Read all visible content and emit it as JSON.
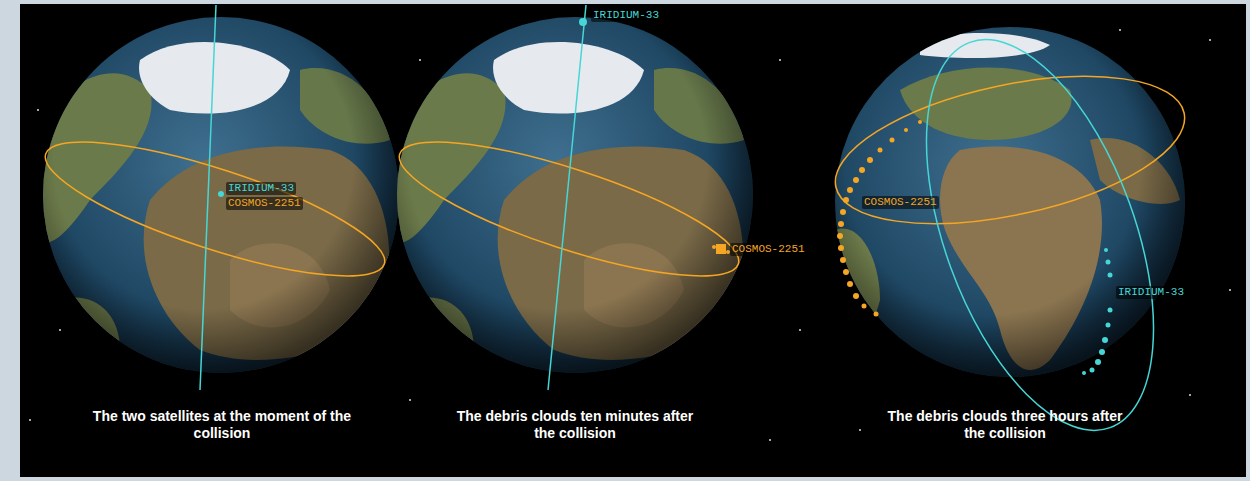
{
  "diagram": {
    "labels": [
      "IRIDIUM-33",
      "COSMOS-2251",
      "The two satellites at the moment of the collision",
      "IRIDIUM-33",
      "COSMOS-2251",
      "The debris clouds ten minutes after the collision",
      "COSMOS-2251",
      "IRIDIUM-33",
      "The debris clouds three hours after the collision"
    ]
  }
}
